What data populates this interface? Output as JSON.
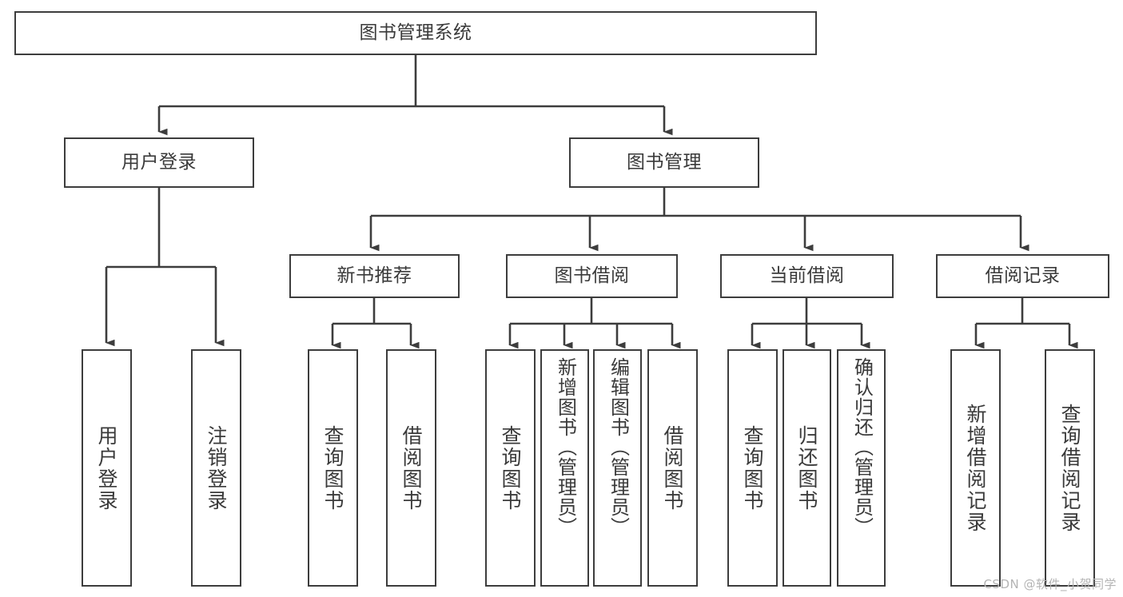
{
  "diagram": {
    "type": "tree-hierarchy-chart",
    "title": "图书管理系统",
    "stroke_color": "#3d3d3d",
    "text_color": "#3a3a3a",
    "background_color": "#ffffff",
    "root": {
      "id": "root",
      "label": "图书管理系统",
      "orientation": "horizontal"
    },
    "level2": [
      {
        "id": "user-login",
        "label": "用户登录",
        "orientation": "horizontal"
      },
      {
        "id": "book-manage",
        "label": "图书管理",
        "orientation": "horizontal"
      }
    ],
    "level3": [
      {
        "id": "new-book-recommend",
        "label": "新书推荐",
        "orientation": "horizontal",
        "parent": "book-manage"
      },
      {
        "id": "book-borrow",
        "label": "图书借阅",
        "orientation": "horizontal",
        "parent": "book-manage"
      },
      {
        "id": "current-borrow",
        "label": "当前借阅",
        "orientation": "horizontal",
        "parent": "book-manage"
      },
      {
        "id": "borrow-record",
        "label": "借阅记录",
        "orientation": "horizontal",
        "parent": "book-manage"
      }
    ],
    "leaves": [
      {
        "id": "leaf-user-login",
        "label": "用户登录",
        "parent": "user-login",
        "orientation": "vertical"
      },
      {
        "id": "leaf-user-logout",
        "label": "注销登录",
        "parent": "user-login",
        "orientation": "vertical"
      },
      {
        "id": "leaf-query-book-1",
        "label": "查询图书",
        "parent": "new-book-recommend",
        "orientation": "vertical"
      },
      {
        "id": "leaf-borrow-book-1",
        "label": "借阅图书",
        "parent": "new-book-recommend",
        "orientation": "vertical"
      },
      {
        "id": "leaf-query-book-2",
        "label": "查询图书",
        "parent": "book-borrow",
        "orientation": "vertical"
      },
      {
        "id": "leaf-add-book",
        "label": "新增图书（管理员）",
        "parent": "book-borrow",
        "orientation": "vertical"
      },
      {
        "id": "leaf-edit-book",
        "label": "编辑图书（管理员）",
        "parent": "book-borrow",
        "orientation": "vertical"
      },
      {
        "id": "leaf-borrow-book-2",
        "label": "借阅图书",
        "parent": "book-borrow",
        "orientation": "vertical"
      },
      {
        "id": "leaf-query-book-3",
        "label": "查询图书",
        "parent": "current-borrow",
        "orientation": "vertical"
      },
      {
        "id": "leaf-return-book",
        "label": "归还图书",
        "parent": "current-borrow",
        "orientation": "vertical"
      },
      {
        "id": "leaf-confirm-return",
        "label": "确认归还（管理员）",
        "parent": "current-borrow",
        "orientation": "vertical"
      },
      {
        "id": "leaf-add-record",
        "label": "新增借阅记录",
        "parent": "borrow-record",
        "orientation": "vertical"
      },
      {
        "id": "leaf-query-record",
        "label": "查询借阅记录",
        "parent": "borrow-record",
        "orientation": "vertical"
      }
    ]
  },
  "watermark": {
    "text": "CSDN @软件_小贺同学"
  }
}
